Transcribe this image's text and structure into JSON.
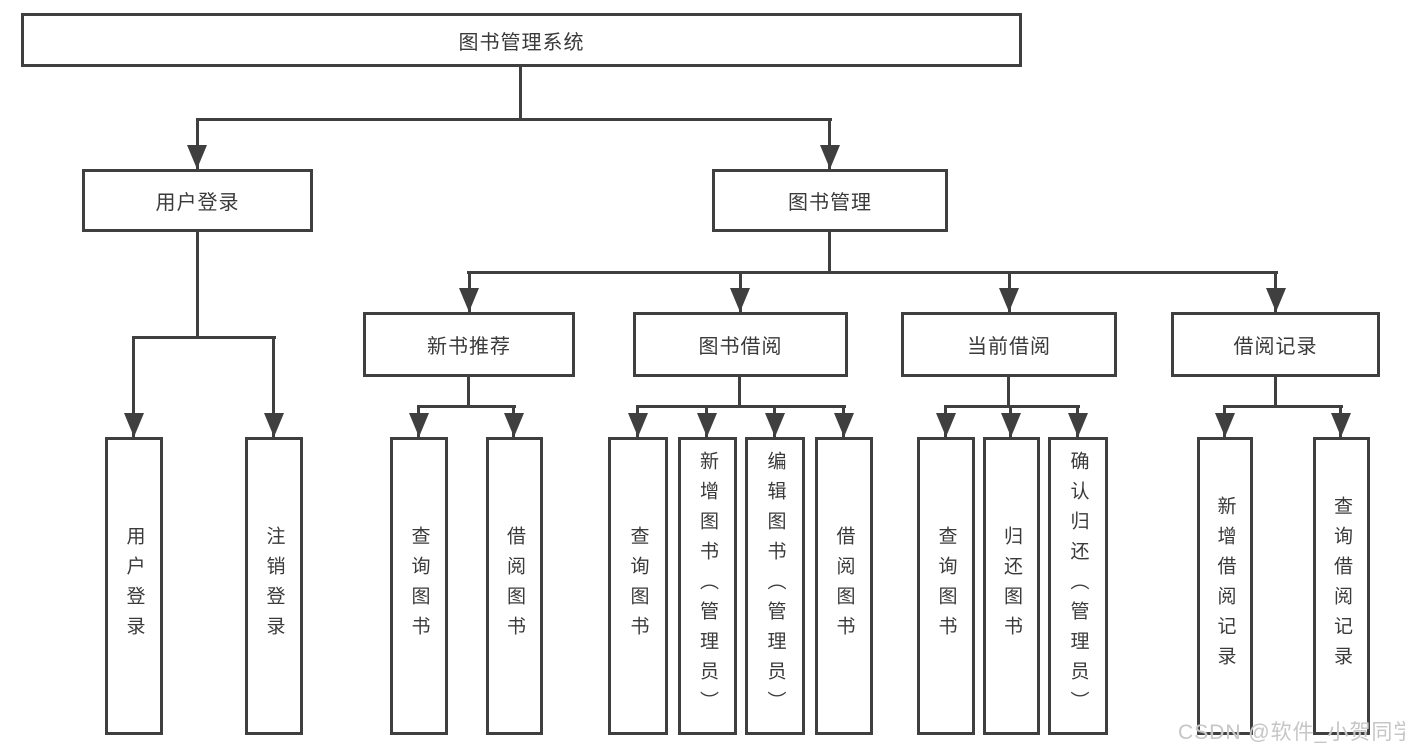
{
  "diagram": {
    "root": {
      "label": "图书管理系统"
    },
    "level2": [
      {
        "label": "用户登录",
        "children": [
          {
            "label": "用户登录"
          },
          {
            "label": "注销登录"
          }
        ]
      },
      {
        "label": "图书管理",
        "children": [
          {
            "label": "新书推荐",
            "children": [
              {
                "label": "查询图书"
              },
              {
                "label": "借阅图书"
              }
            ]
          },
          {
            "label": "图书借阅",
            "children": [
              {
                "label": "查询图书"
              },
              {
                "label": "新增图书（管理员）"
              },
              {
                "label": "编辑图书（管理员）"
              },
              {
                "label": "借阅图书"
              }
            ]
          },
          {
            "label": "当前借阅",
            "children": [
              {
                "label": "查询图书"
              },
              {
                "label": "归还图书"
              },
              {
                "label": "确认归还（管理员）"
              }
            ]
          },
          {
            "label": "借阅记录",
            "children": [
              {
                "label": "新增借阅记录"
              },
              {
                "label": "查询借阅记录"
              }
            ]
          }
        ]
      }
    ]
  },
  "watermark": {
    "text": "CSDN @软件_小贺同学"
  },
  "colors": {
    "line": "#3f3f3f",
    "text": "#3a3a3a",
    "watermark": "#c6c6c6",
    "bg": "#ffffff"
  }
}
